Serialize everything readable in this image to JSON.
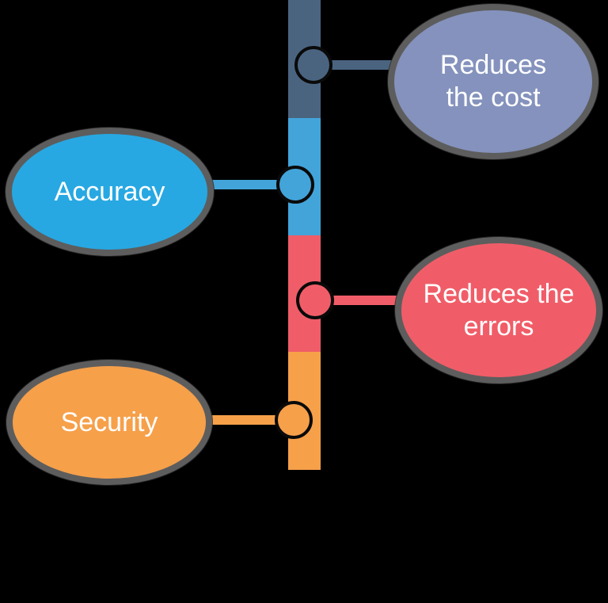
{
  "diagram": {
    "background_color": "#000000",
    "bubble_border_color": "#5d5d5d",
    "node_ring_color": "#0a0a0a",
    "text_color": "#ffffff",
    "items": [
      {
        "label": "Reduces the cost",
        "lines": [
          "Reduces",
          "the cost"
        ],
        "side": "right",
        "segment_color": "#4a6480",
        "bubble_color": "#8492bd"
      },
      {
        "label": "Accuracy",
        "lines": [
          "Accuracy"
        ],
        "side": "left",
        "segment_color": "#43a4da",
        "bubble_color": "#27a8e2"
      },
      {
        "label": "Reduces the errors",
        "lines": [
          "Reduces the",
          "errors"
        ],
        "side": "right",
        "segment_color": "#f05d68",
        "bubble_color": "#f05d68"
      },
      {
        "label": "Security",
        "lines": [
          "Security"
        ],
        "side": "left",
        "segment_color": "#f6a04a",
        "bubble_color": "#f6a04a"
      }
    ]
  }
}
